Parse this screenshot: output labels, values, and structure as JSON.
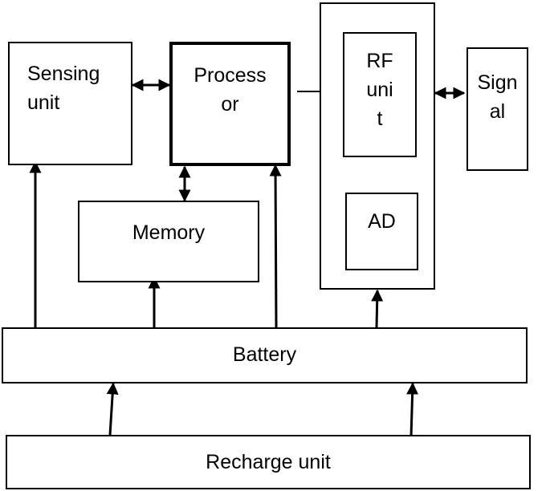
{
  "blocks": {
    "sensing": "Sensing\nunit",
    "processor": "Process\nor",
    "rf": "RF\nuni\nt",
    "signal": "Sign\nal",
    "memory": "Memory",
    "ad": "AD",
    "battery": "Battery",
    "recharge": "Recharge unit"
  },
  "colors": {
    "line": "#000000",
    "fill": "#ffffff"
  }
}
